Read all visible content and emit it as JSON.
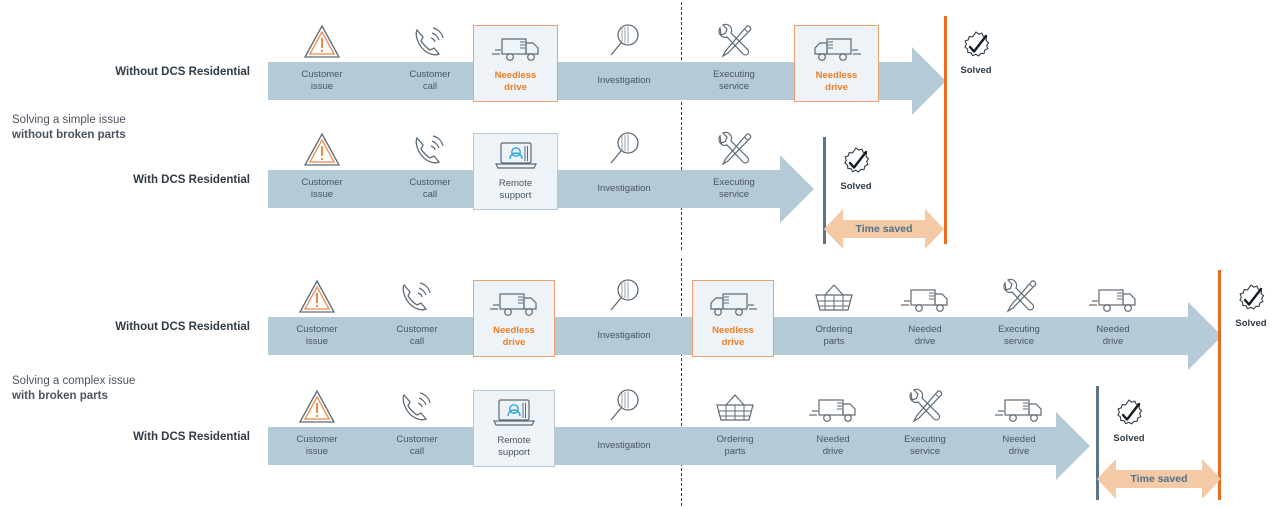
{
  "groups": [
    {
      "caption_line1": "Solving a simple issue",
      "caption_line2": "without broken parts",
      "rows": [
        {
          "label": "Without DCS Residential",
          "steps": [
            {
              "label": "Customer\nissue",
              "icon": "warning-triangle-icon",
              "highlight": "none"
            },
            {
              "label": "Customer\ncall",
              "icon": "phone-ringing-icon",
              "highlight": "none"
            },
            {
              "label": "Needless\ndrive",
              "icon": "truck-left-icon",
              "highlight": "orange"
            },
            {
              "label": "Investigation",
              "icon": "magnifier-icon",
              "highlight": "none"
            },
            {
              "label": "Executing\nservice",
              "icon": "wrench-screwdriver-icon",
              "highlight": "none"
            },
            {
              "label": "Needless\ndrive",
              "icon": "truck-right-icon",
              "highlight": "orange"
            }
          ],
          "end": {
            "label": "Solved",
            "icon": "solved-gear-check-icon"
          }
        },
        {
          "label": "With DCS Residential",
          "steps": [
            {
              "label": "Customer\nissue",
              "icon": "warning-triangle-icon",
              "highlight": "none"
            },
            {
              "label": "Customer\ncall",
              "icon": "phone-ringing-icon",
              "highlight": "none"
            },
            {
              "label": "Remote\nsupport",
              "icon": "laptop-remote-support-icon",
              "highlight": "blue"
            },
            {
              "label": "Investigation",
              "icon": "magnifier-icon",
              "highlight": "none"
            },
            {
              "label": "Executing\nservice",
              "icon": "wrench-screwdriver-icon",
              "highlight": "none"
            }
          ],
          "end": {
            "label": "Solved",
            "icon": "solved-gear-check-icon"
          },
          "time_saved": "Time saved"
        }
      ]
    },
    {
      "caption_line1": "Solving a complex issue",
      "caption_line2": "with broken parts",
      "rows": [
        {
          "label": "Without DCS Residential",
          "steps": [
            {
              "label": "Customer\nissue",
              "icon": "warning-triangle-icon",
              "highlight": "none"
            },
            {
              "label": "Customer\ncall",
              "icon": "phone-ringing-icon",
              "highlight": "none"
            },
            {
              "label": "Needless\ndrive",
              "icon": "truck-left-icon",
              "highlight": "orange"
            },
            {
              "label": "Investigation",
              "icon": "magnifier-icon",
              "highlight": "none"
            },
            {
              "label": "Needless\ndrive",
              "icon": "truck-right-icon",
              "highlight": "orange"
            },
            {
              "label": "Ordering\nparts",
              "icon": "basket-icon",
              "highlight": "none"
            },
            {
              "label": "Needed\ndrive",
              "icon": "truck-left-icon",
              "highlight": "none"
            },
            {
              "label": "Executing\nservice",
              "icon": "wrench-screwdriver-icon",
              "highlight": "none"
            },
            {
              "label": "Needed\ndrive",
              "icon": "truck-left-icon",
              "highlight": "none"
            }
          ],
          "end": {
            "label": "Solved",
            "icon": "solved-gear-check-icon"
          }
        },
        {
          "label": "With DCS Residential",
          "steps": [
            {
              "label": "Customer\nissue",
              "icon": "warning-triangle-icon",
              "highlight": "none"
            },
            {
              "label": "Customer\ncall",
              "icon": "phone-ringing-icon",
              "highlight": "none"
            },
            {
              "label": "Remote\nsupport",
              "icon": "laptop-remote-support-icon",
              "highlight": "blue"
            },
            {
              "label": "Investigation",
              "icon": "magnifier-icon",
              "highlight": "none"
            },
            {
              "label": "Ordering\nparts",
              "icon": "basket-icon",
              "highlight": "none"
            },
            {
              "label": "Needed\ndrive",
              "icon": "truck-left-icon",
              "highlight": "none"
            },
            {
              "label": "Executing\nservice",
              "icon": "wrench-screwdriver-icon",
              "highlight": "none"
            },
            {
              "label": "Needed\ndrive",
              "icon": "truck-left-icon",
              "highlight": "none"
            }
          ],
          "end": {
            "label": "Solved",
            "icon": "solved-gear-check-icon"
          },
          "time_saved": "Time saved"
        }
      ]
    }
  ],
  "colors": {
    "process_bar": "#b4cad6",
    "highlight_orange": "#ef7d22",
    "highlight_orange_border": "#f0a070",
    "highlight_blue_border": "#b9c8d2",
    "highlight_fill": "#eef3f7",
    "time_saved_fill": "#f3c9a6",
    "time_saved_text": "#4d7287",
    "end_line_orange": "#ea6a1e",
    "end_line_slate": "#5c7483",
    "divider_dashed": "#2b3840",
    "text": "#4a5560"
  },
  "dividers": {
    "dashed_label": "phase-divider"
  }
}
